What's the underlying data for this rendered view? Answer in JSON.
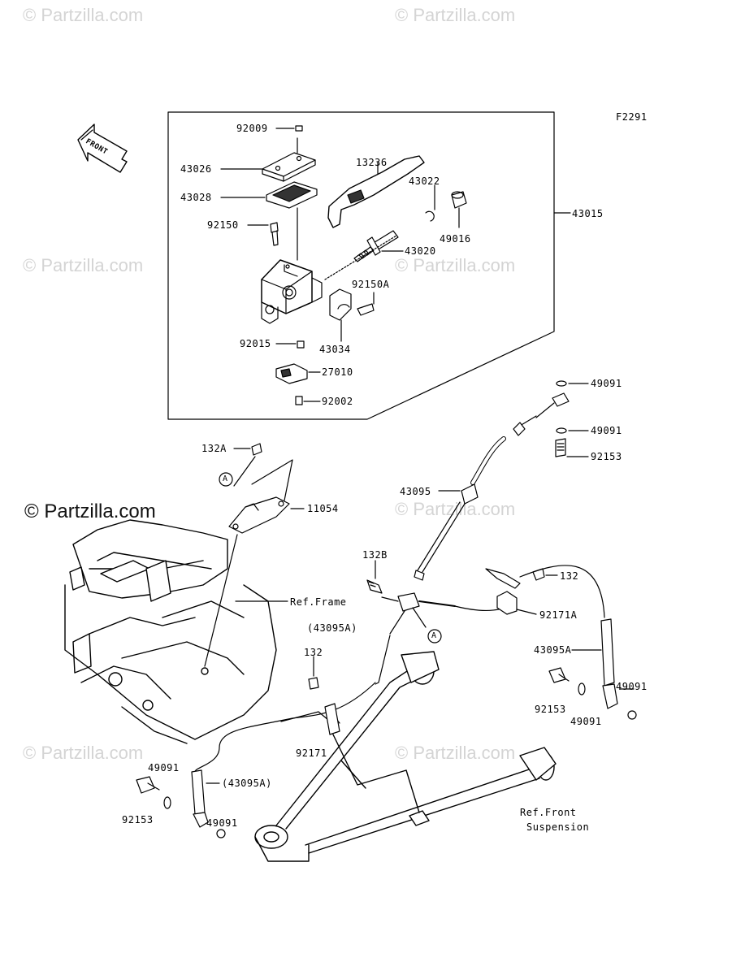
{
  "diagram_code": "F2291",
  "front_label": "FRONT",
  "watermarks": {
    "light": "© Partzilla.com",
    "dark": "© Partzilla.com"
  },
  "callouts": {
    "c92009": "92009",
    "c43026": "43026",
    "c13236": "13236",
    "c43028": "43028",
    "c43022": "43022",
    "c43015": "43015",
    "c92150": "92150",
    "c49016": "49016",
    "c43020": "43020",
    "c92150a": "92150A",
    "c92015": "92015",
    "c43034": "43034",
    "c27010": "27010",
    "c92002": "92002",
    "c49091_a": "49091",
    "c49091_b": "49091",
    "c92153_a": "92153",
    "c132a": "132A",
    "c11054": "11054",
    "c43095": "43095",
    "c132b": "132B",
    "c132_r": "132",
    "c92171a": "92171A",
    "c43095a_l": "(43095A)",
    "c43095a_r": "43095A",
    "c132_c": "132",
    "c92153_b": "92153",
    "c49091_c": "49091",
    "c49091_d": "49091",
    "c92171": "92171",
    "c49091_e": "49091",
    "c43095a_b": "(43095A)",
    "c92153_c": "92153",
    "c49091_f": "49091",
    "marker_a1": "A",
    "marker_a2": "A"
  },
  "references": {
    "frame": "Ref.Frame",
    "front_suspension_1": "Ref.Front",
    "front_suspension_2": "Suspension"
  }
}
